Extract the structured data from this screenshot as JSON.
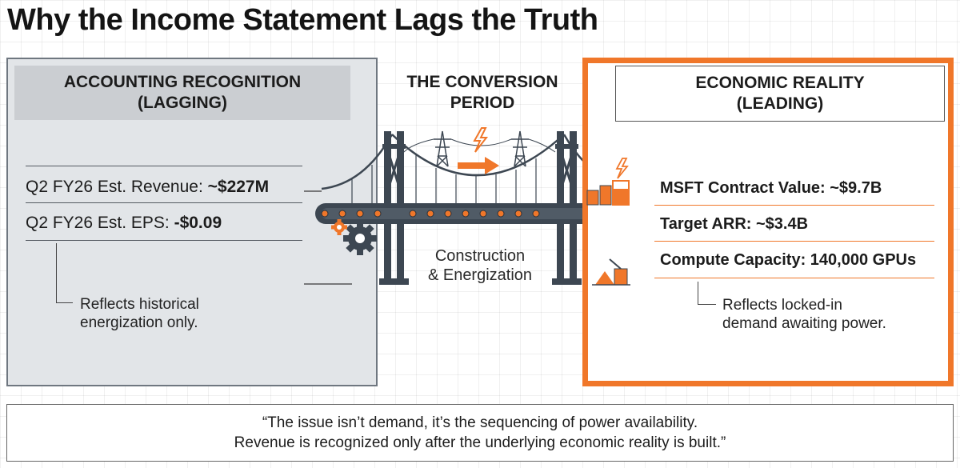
{
  "title": "Why the Income Statement Lags the Truth",
  "left": {
    "header_line1": "ACCOUNTING RECOGNITION",
    "header_line2": "(LAGGING)",
    "metric1_label": "Q2 FY26 Est. Revenue: ",
    "metric1_value": "~$227M",
    "metric2_label": "Q2 FY26 Est. EPS: ",
    "metric2_value": "-$0.09",
    "note_line1": "Reflects historical",
    "note_line2": "energization only."
  },
  "middle": {
    "header_line1": "THE CONVERSION",
    "header_line2": "PERIOD",
    "label_line1": "Construction",
    "label_line2": "& Energization"
  },
  "right": {
    "header_line1": "ECONOMIC REALITY",
    "header_line2": "(LEADING)",
    "metric1": "MSFT Contract Value: ~$9.7B",
    "metric2": "Target ARR: ~$3.4B",
    "metric3": "Compute Capacity: 140,000 GPUs",
    "note_line1": "Reflects locked-in",
    "note_line2": "demand awaiting power."
  },
  "quote": {
    "line1": "“The issue isn’t demand, it’s the sequencing of power availability.",
    "line2": "Revenue is recognized only after the underlying economic reality is built.”"
  },
  "colors": {
    "accent": "#f0772a",
    "panel_gray": "#e2e5e8",
    "header_gray": "#cbced2",
    "steel": "#3d4752"
  },
  "icons": [
    "transmission-tower-icon",
    "lightning-bolt-icon",
    "arrow-right-icon",
    "gear-icon",
    "conveyor-belt-icon",
    "bar-chart-icon",
    "construction-site-icon"
  ]
}
